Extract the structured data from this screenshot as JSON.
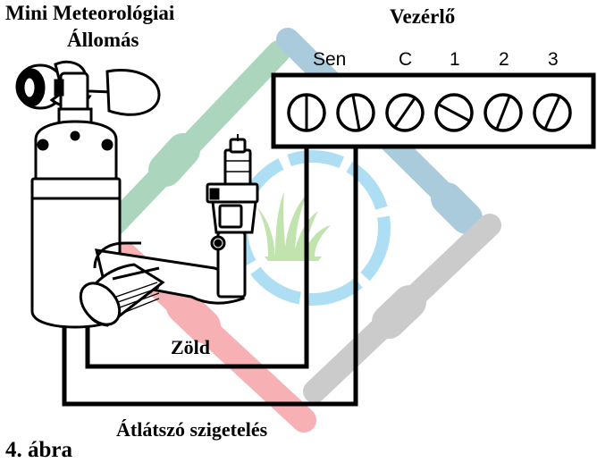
{
  "title": {
    "line1": "Mini Meteorológiai",
    "line2": "Állomás"
  },
  "controller": {
    "title": "Vezérlő",
    "terminals": [
      "Sen",
      "C",
      "1",
      "2",
      "3"
    ]
  },
  "wire_labels": {
    "green": "Zöld",
    "insulation": "Átlátszó szigetelés"
  },
  "figure_label": "4. ábra",
  "colors": {
    "watermark_green": "#9dd0b2",
    "watermark_blue": "#9cc3d6",
    "watermark_red": "#f6a3a8",
    "watermark_gray": "#c3c3c3",
    "watermark_circle": "#9fd9f2",
    "grass": "#b7dfa0",
    "wire": "#000000"
  }
}
